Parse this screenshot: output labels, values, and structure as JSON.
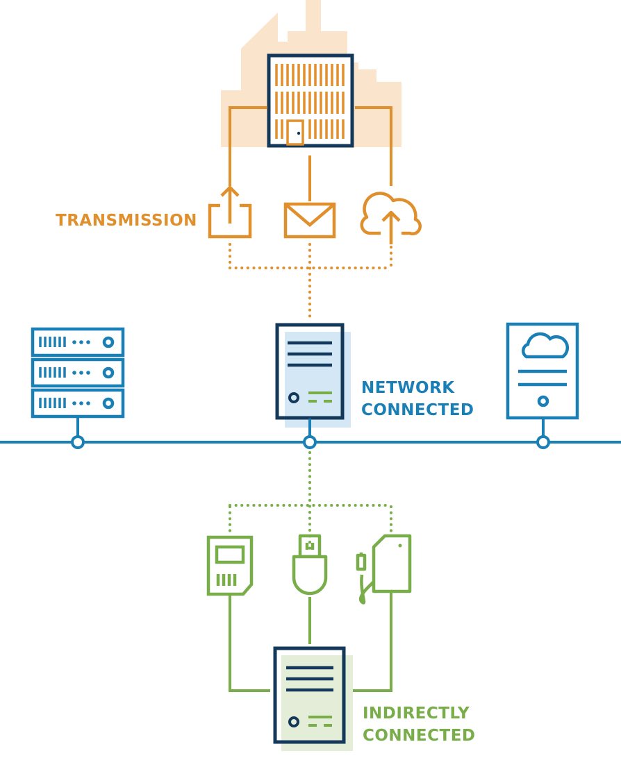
{
  "labels": {
    "transmission": "TRANSMISSION",
    "network_line1": "NETWORK",
    "network_line2": "CONNECTED",
    "indirect_line1": "INDIRECTLY",
    "indirect_line2": "CONNECTED"
  },
  "colors": {
    "orange": "#E08F2D",
    "orange_light": "#FBE4CC",
    "blue": "#1A7FB5",
    "blue_light": "#D3E8F4",
    "navy": "#13385A",
    "green": "#78AD4A",
    "green_light": "#E3EDD8"
  },
  "icons": {
    "building": "office-building-icon",
    "transmission": [
      "upload-share-icon",
      "mail-envelope-icon",
      "cloud-upload-icon"
    ],
    "network": [
      "server-rack-icon",
      "network-computer-icon",
      "cloud-device-icon"
    ],
    "indirect": [
      "sd-card-icon",
      "usb-plug-icon",
      "external-drive-icon"
    ],
    "local": "local-computer-icon"
  }
}
